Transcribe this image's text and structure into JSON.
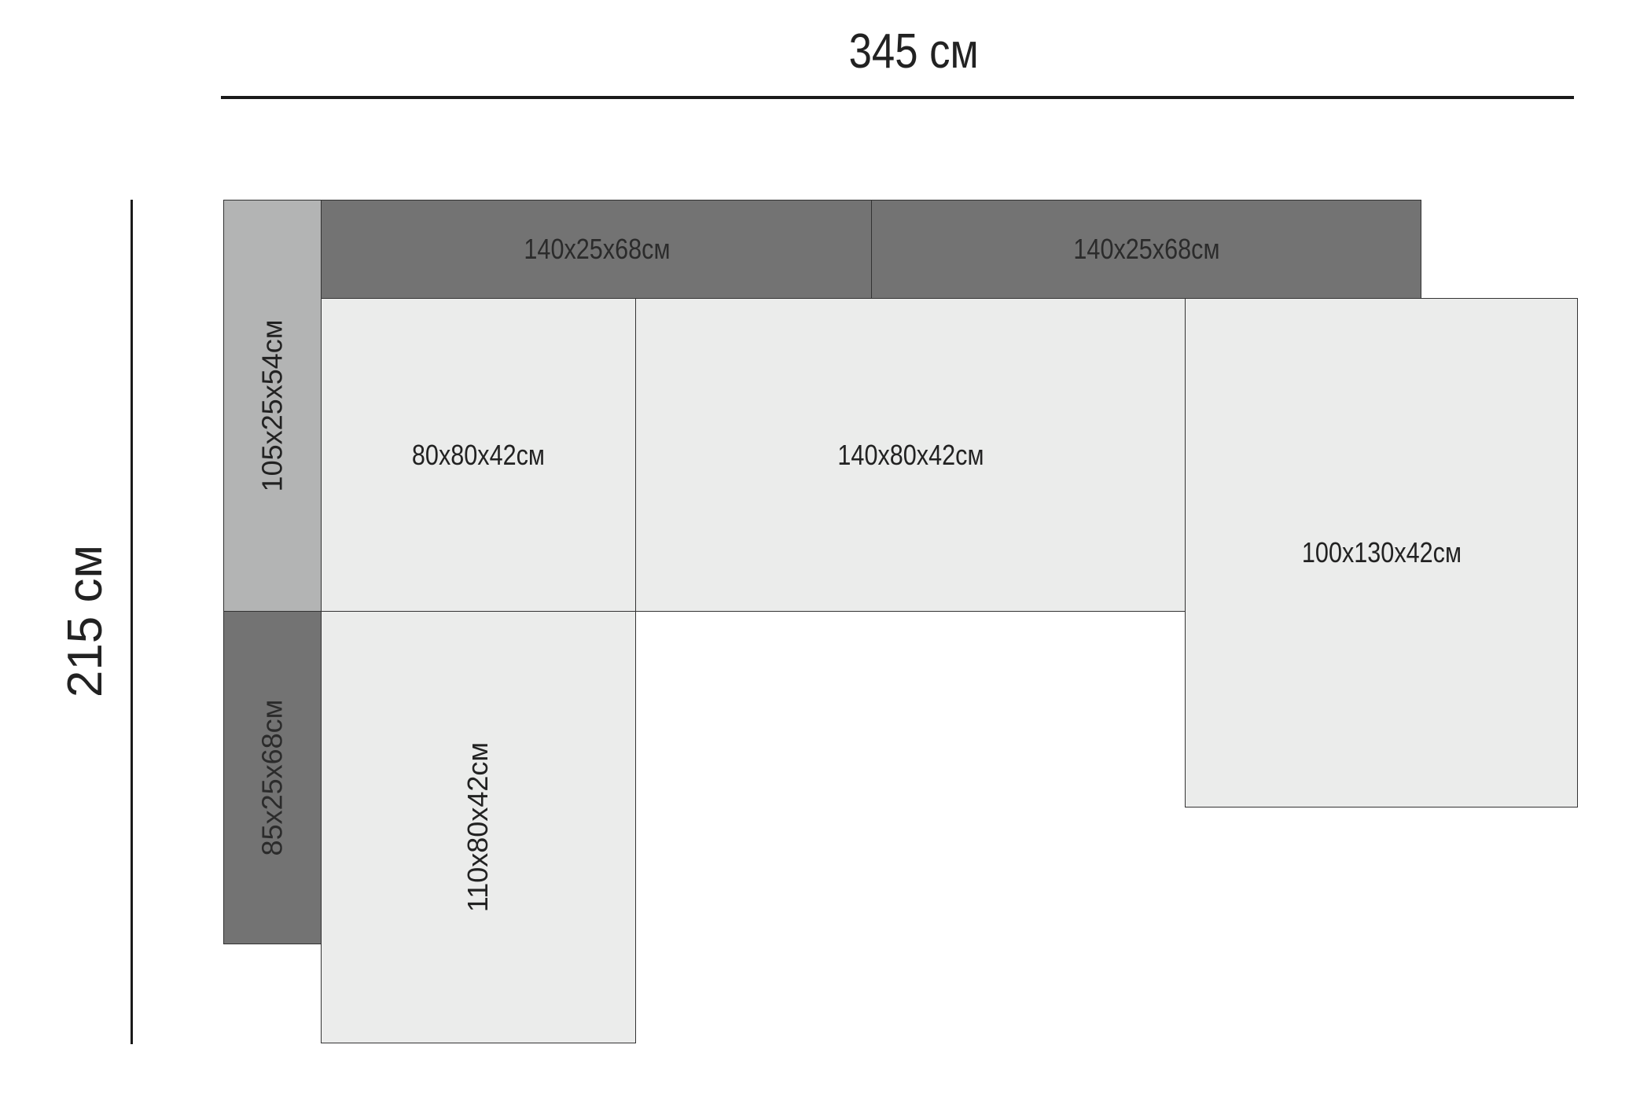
{
  "dimensions": {
    "total_width": "345 см",
    "total_depth": "215 см"
  },
  "modules": {
    "back_top_left": "140x25x68см",
    "back_top_right": "140x25x68см",
    "arm_left": "105x25x54см",
    "back_left_lower": "85x25x68см",
    "seat_corner": "80x80x42см",
    "seat_middle": "140x80x42см",
    "chaise_right": "100x130x42см",
    "seat_left_lower": "110x80x42см"
  },
  "colors": {
    "dark_module": "#737373",
    "arm_module": "#b3b4b4",
    "seat_module": "#ebeceb"
  }
}
